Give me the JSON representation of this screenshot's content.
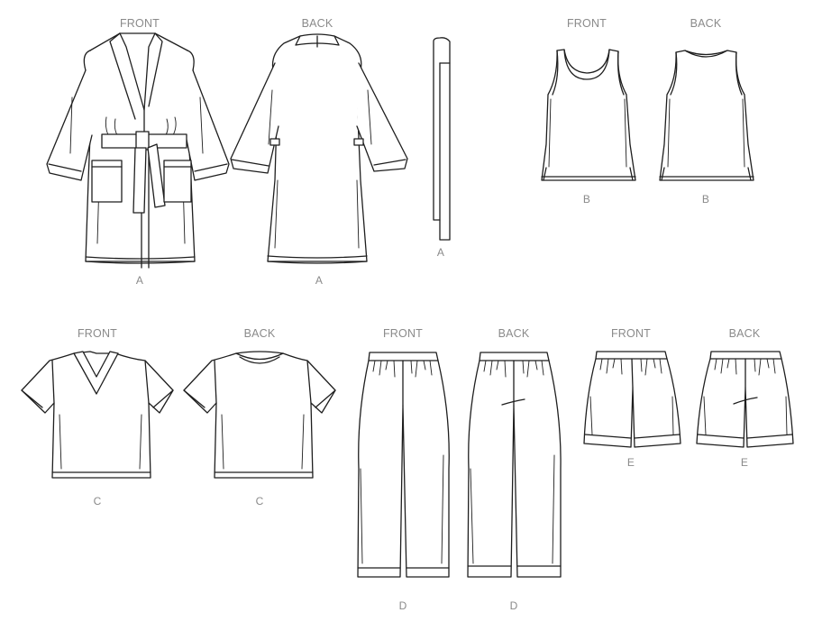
{
  "sheet": {
    "background": "#ffffff",
    "line_color": "#1e1e1e",
    "label_color": "#8a8a8a"
  },
  "garments": [
    {
      "id": "robe",
      "view": "A",
      "items": [
        {
          "name": "robe-front",
          "view_label": "FRONT",
          "code": "A"
        },
        {
          "name": "robe-back",
          "view_label": "BACK",
          "code": "A"
        },
        {
          "name": "robe-belt",
          "view_label": "",
          "code": "A"
        }
      ]
    },
    {
      "id": "tank",
      "view": "B",
      "items": [
        {
          "name": "tank-front",
          "view_label": "FRONT",
          "code": "B"
        },
        {
          "name": "tank-back",
          "view_label": "BACK",
          "code": "B"
        }
      ]
    },
    {
      "id": "tee",
      "view": "C",
      "items": [
        {
          "name": "tee-front",
          "view_label": "FRONT",
          "code": "C"
        },
        {
          "name": "tee-back",
          "view_label": "BACK",
          "code": "C"
        }
      ]
    },
    {
      "id": "pants",
      "view": "D",
      "items": [
        {
          "name": "pants-front",
          "view_label": "FRONT",
          "code": "D"
        },
        {
          "name": "pants-back",
          "view_label": "BACK",
          "code": "D"
        }
      ]
    },
    {
      "id": "shorts",
      "view": "E",
      "items": [
        {
          "name": "shorts-front",
          "view_label": "FRONT",
          "code": "E"
        },
        {
          "name": "shorts-back",
          "view_label": "BACK",
          "code": "E"
        }
      ]
    }
  ]
}
